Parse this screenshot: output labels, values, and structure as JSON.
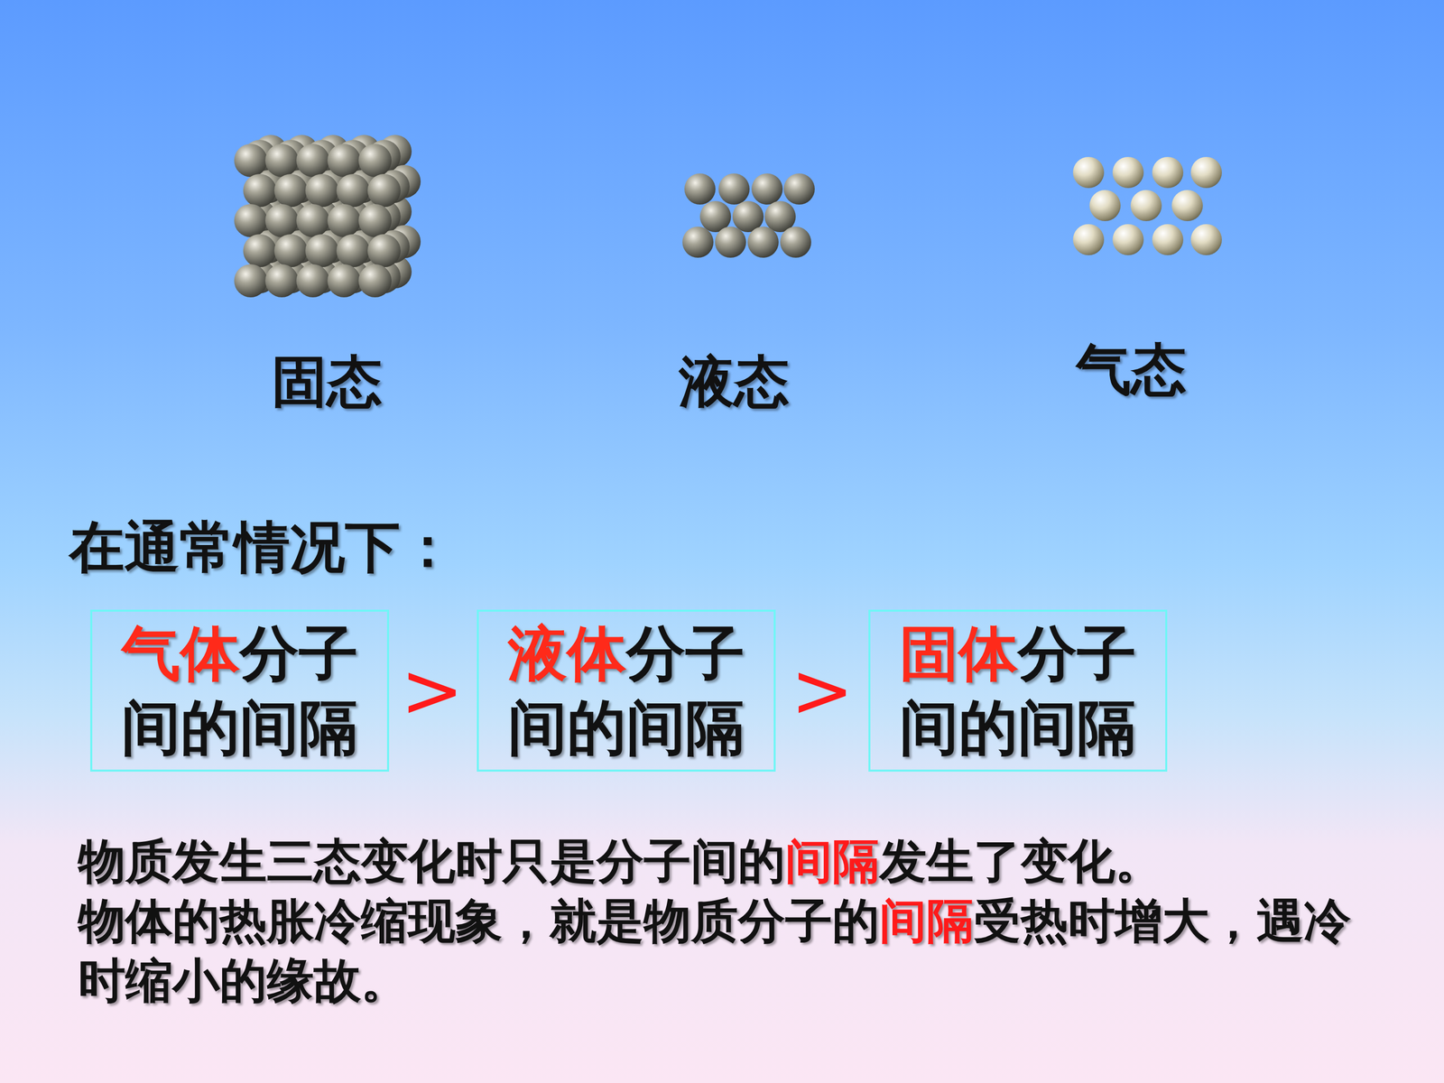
{
  "diagram": {
    "nodes": [
      {
        "text": [
          "气体",
          "分子间的间隔"
        ]
      },
      {
        "text": [
          "液体",
          "分子间的间隔"
        ]
      },
      {
        "text": [
          "固体",
          "分子间的间隔"
        ]
      }
    ],
    "labels": [
      "固态",
      "液态",
      "气态",
      "在通常情况下：",
      ">",
      ">",
      "物质发生三态变化时只是分子间的",
      "间隔",
      "发生了变化。",
      "物体的热胀冷缩现象，就是物质分子的",
      "间隔",
      "受热时增大，遇冷时缩小的缘故。"
    ]
  }
}
